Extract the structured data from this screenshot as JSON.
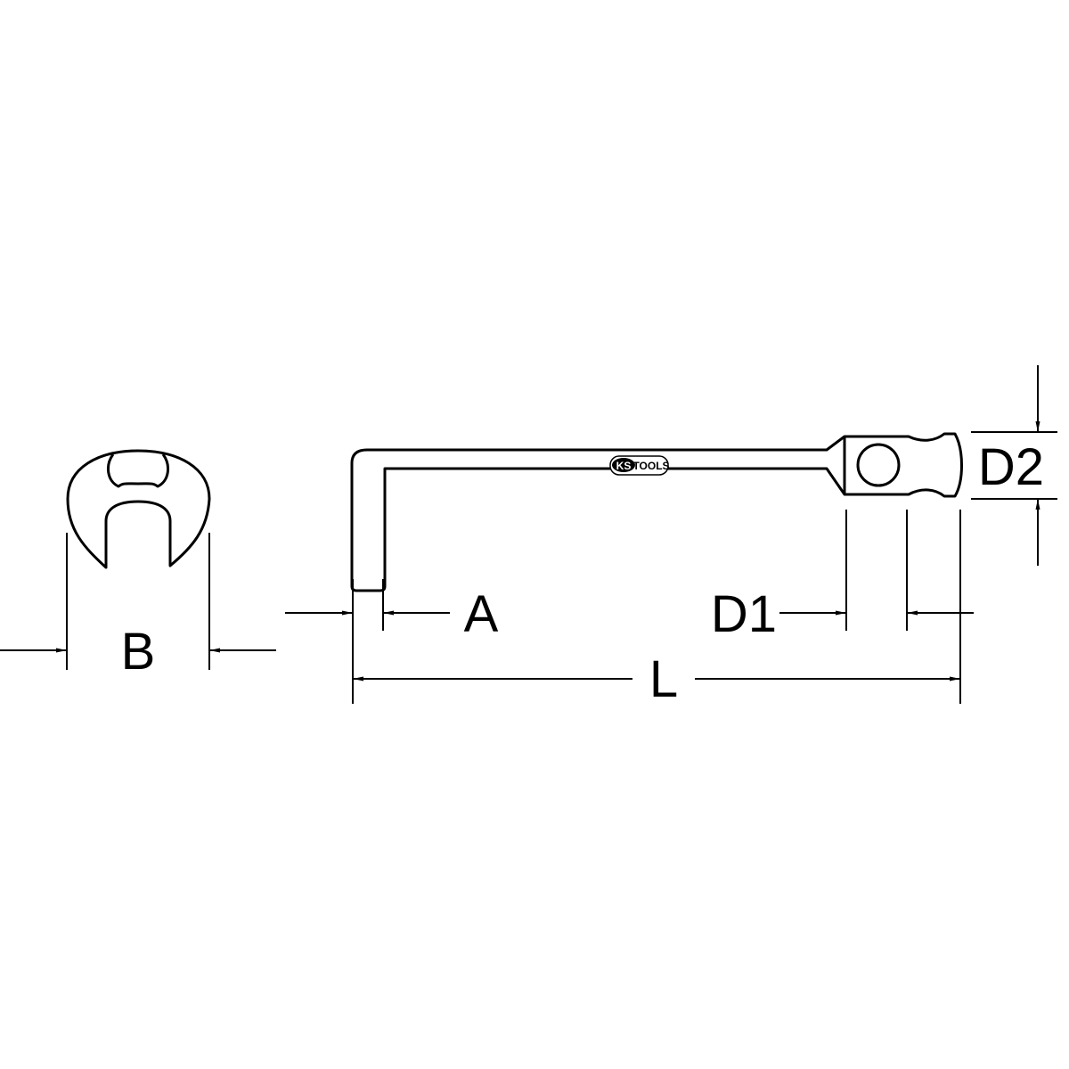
{
  "labels": {
    "b": "B",
    "a": "A",
    "d1": "D1",
    "l": "L",
    "d2": "D2"
  },
  "logo": {
    "text_ks": "KS",
    "text_tools": "TOOLS"
  },
  "colors": {
    "line": "#000000",
    "background": "#ffffff"
  }
}
